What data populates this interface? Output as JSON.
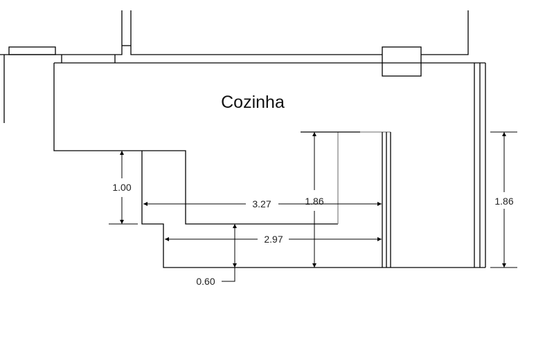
{
  "room_label": "Cozinha",
  "dimensions": {
    "right_height": "1.86",
    "inner_height": "1.86",
    "width_upper": "3.27",
    "width_lower": "2.97",
    "step_height": "1.00",
    "counter_depth": "0.60"
  }
}
